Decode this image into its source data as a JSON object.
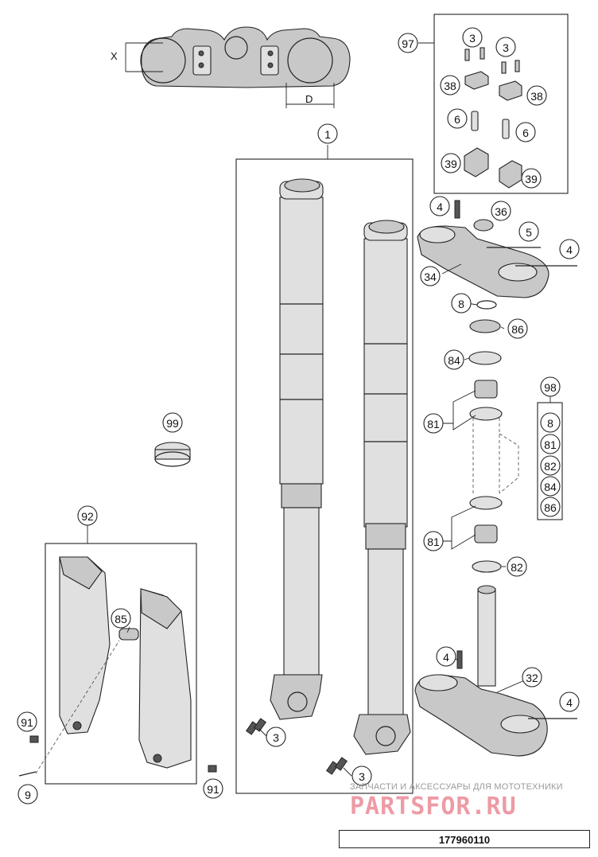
{
  "dimensions": {
    "x": "X",
    "d": "D"
  },
  "callouts": [
    "97",
    "3",
    "3",
    "38",
    "38",
    "6",
    "6",
    "39",
    "39",
    "1",
    "4",
    "36",
    "5",
    "4",
    "34",
    "8",
    "86",
    "84",
    "98",
    "81",
    "8",
    "81",
    "82",
    "84",
    "86",
    "99",
    "81",
    "82",
    "92",
    "85",
    "4",
    "32",
    "4",
    "91",
    "3",
    "9",
    "91",
    "3"
  ],
  "watermark": {
    "caption": "ЗАПЧАСТИ И АКСЕССУАРЫ ДЛЯ МОТОТЕХНИКИ",
    "logo": "PARTSFOR.RU"
  },
  "drawing_number": "177960110"
}
